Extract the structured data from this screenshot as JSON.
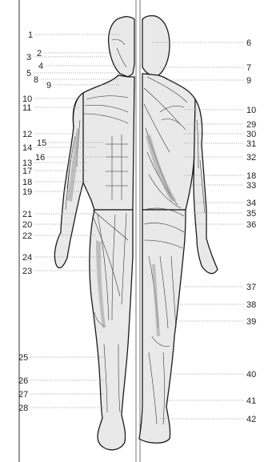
{
  "labels_left": [
    "1",
    "2",
    "3",
    "4",
    "5",
    "8",
    "9",
    "10",
    "11",
    "12",
    "15",
    "14",
    "16",
    "13",
    "17",
    "18",
    "19",
    "21",
    "20",
    "22",
    "24",
    "23",
    "25",
    "26",
    "27",
    "28"
  ],
  "labels_right": [
    "6",
    "7",
    "9",
    "10",
    "29",
    "30",
    "31",
    "32",
    "18",
    "33",
    "34",
    "35",
    "36",
    "37",
    "38",
    "39",
    "40",
    "41",
    "42"
  ],
  "colors": {
    "ink": "#1a1a1a",
    "skin": "#e9e9e9",
    "leader": "#9a9a9a"
  }
}
